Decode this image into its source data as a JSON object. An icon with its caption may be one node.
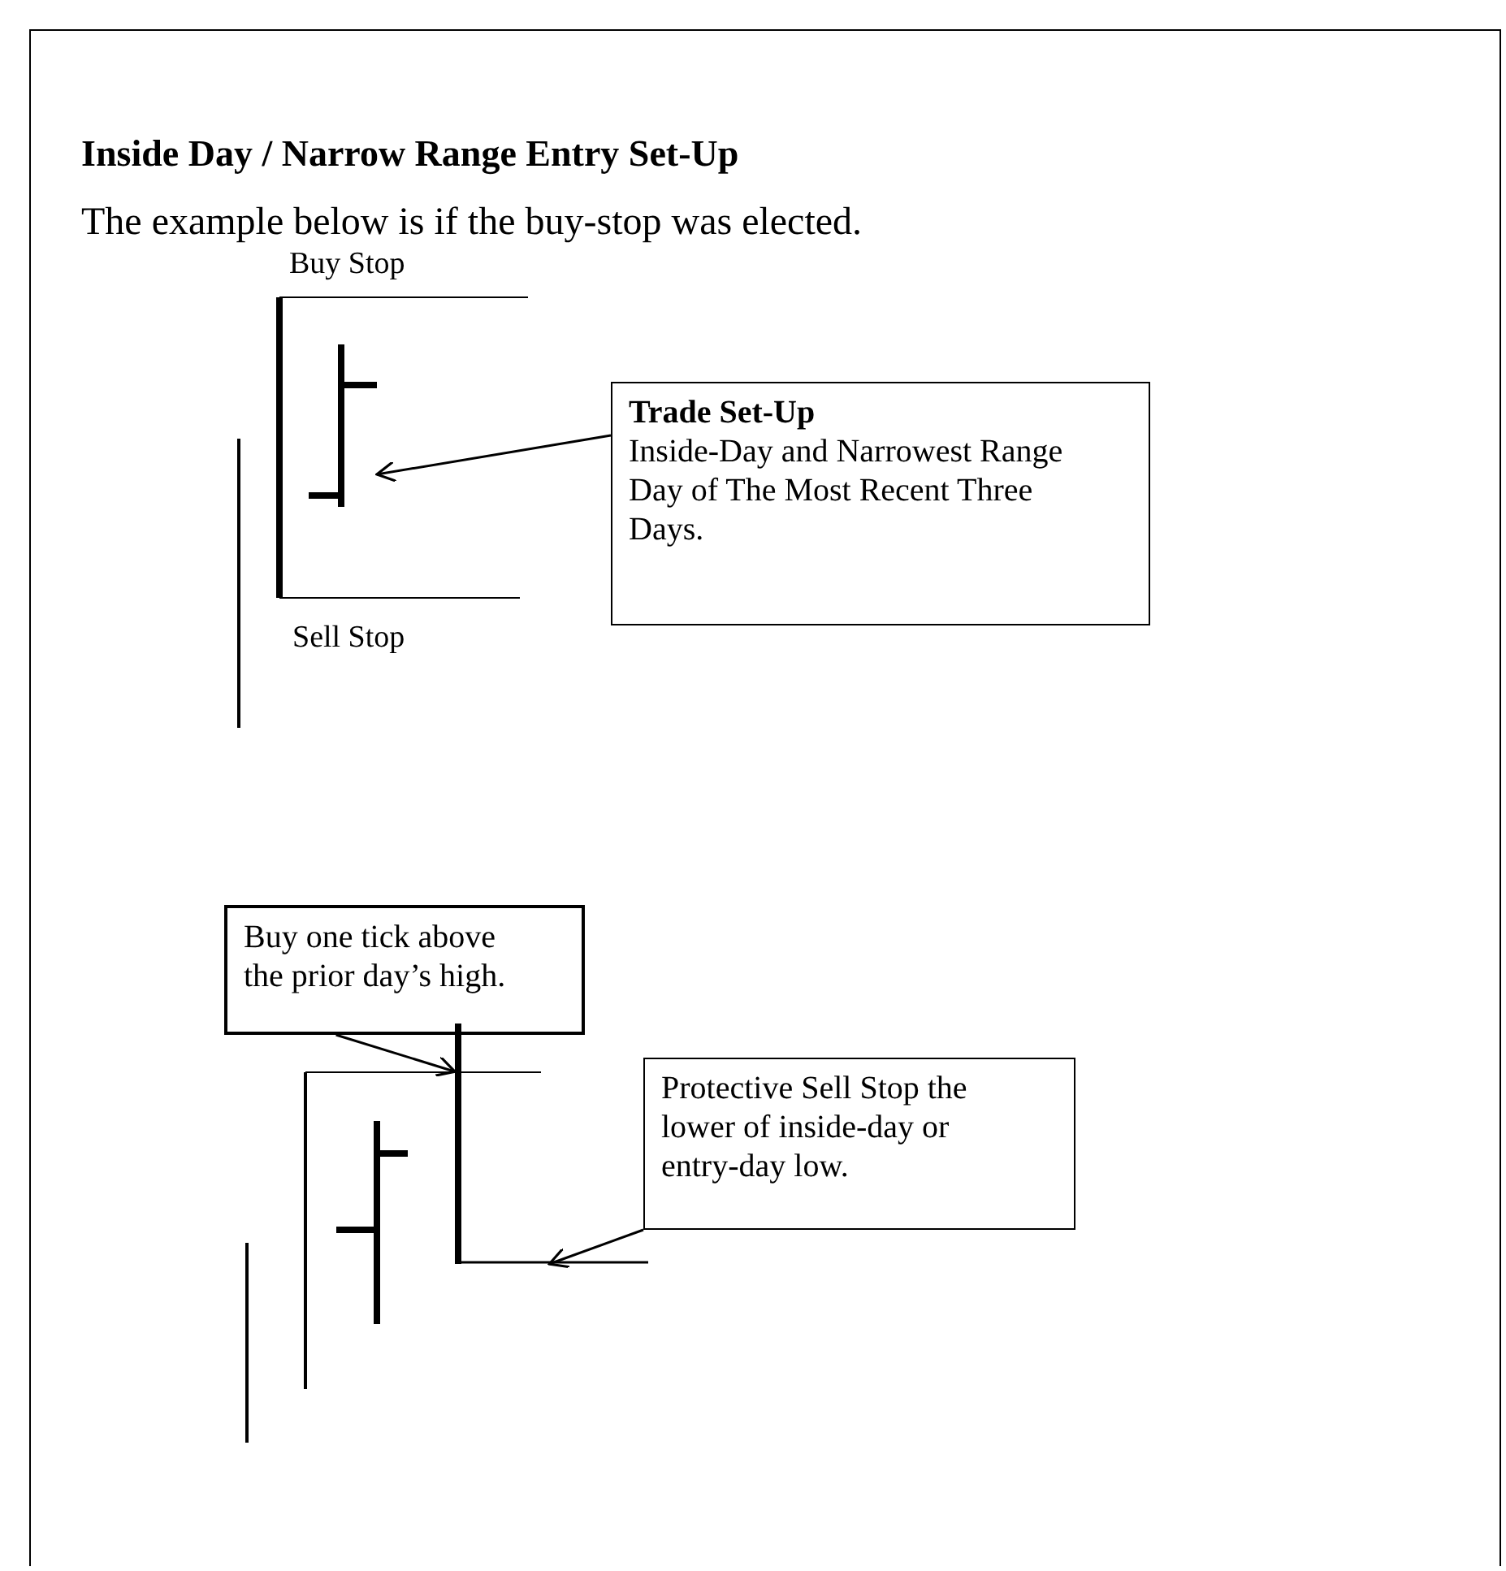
{
  "diagram": {
    "title": "Inside Day / Narrow Range Entry Set-Up",
    "nodes": [
      {
        "text": [
          "Trade Set-Up",
          "Inside-Day and Narrowest Range Day of The Most Recent Three Days."
        ]
      },
      {
        "text": [],
        "shape": "bar"
      },
      {
        "text": [
          "Buy one tick above the prior day’s high."
        ]
      },
      {
        "text": [],
        "shape": "bar"
      },
      {
        "text": [
          "Protective Sell Stop the lower of inside-day or entry-day low."
        ]
      },
      {
        "text": [],
        "shape": "line"
      }
    ],
    "edges": [
      {
        "from": 0,
        "to": 1,
        "arrow": "to"
      },
      {
        "from": 2,
        "to": 3,
        "arrow": "to"
      },
      {
        "from": 4,
        "to": 5,
        "arrow": "to"
      }
    ],
    "labels": [
      "The example below is if the buy-stop was elected.",
      "Buy Stop",
      "Sell Stop"
    ]
  }
}
